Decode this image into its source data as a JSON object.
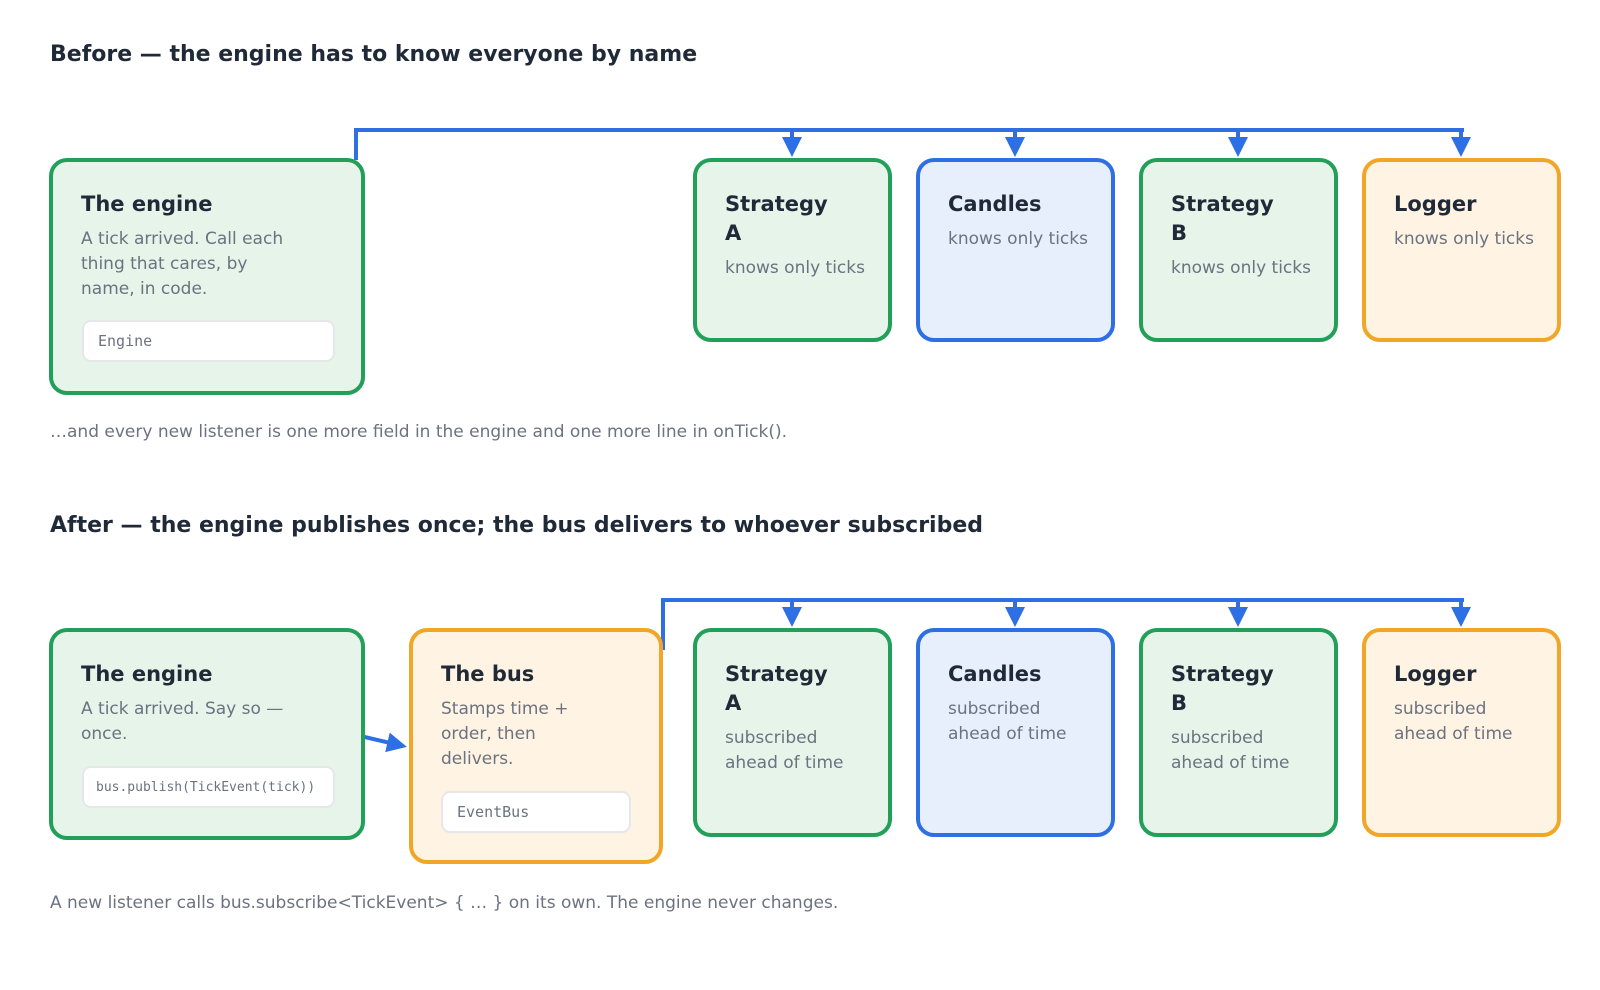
{
  "before": {
    "heading": "Before — the engine has to know everyone by name",
    "engine": {
      "title": "The engine",
      "description": "A tick arrived. Call each thing that cares, by name, in code.",
      "code": "Engine"
    },
    "listeners": [
      {
        "title": "Strategy A",
        "description": "knows only ticks",
        "color": "#22a05a"
      },
      {
        "title": "Candles",
        "description": "knows only ticks",
        "color": "#2f6fe4"
      },
      {
        "title": "Strategy B",
        "description": "knows only ticks",
        "color": "#22a05a"
      },
      {
        "title": "Logger",
        "description": "knows only ticks",
        "color": "#f2a628"
      }
    ],
    "caption": "…and every new listener is one more field in the engine and one more line in onTick()."
  },
  "after": {
    "heading": "After — the engine publishes once; the bus delivers to whoever subscribed",
    "engine": {
      "title": "The engine",
      "description": "A tick arrived. Say so — once.",
      "code": "bus.publish(TickEvent(tick))"
    },
    "bus": {
      "title": "The bus",
      "description": "Stamps time + order, then delivers.",
      "code": "EventBus"
    },
    "listeners": [
      {
        "title": "Strategy A",
        "description": "subscribed ahead of time",
        "color": "#22a05a"
      },
      {
        "title": "Candles",
        "description": "subscribed ahead of time",
        "color": "#2f6fe4"
      },
      {
        "title": "Strategy B",
        "description": "subscribed ahead of time",
        "color": "#22a05a"
      },
      {
        "title": "Logger",
        "description": "subscribed ahead of time",
        "color": "#f2a628"
      }
    ],
    "caption": "A new listener calls bus.subscribe<TickEvent> { … } on its own. The engine never changes."
  },
  "wire_color": "#2f6fe4"
}
